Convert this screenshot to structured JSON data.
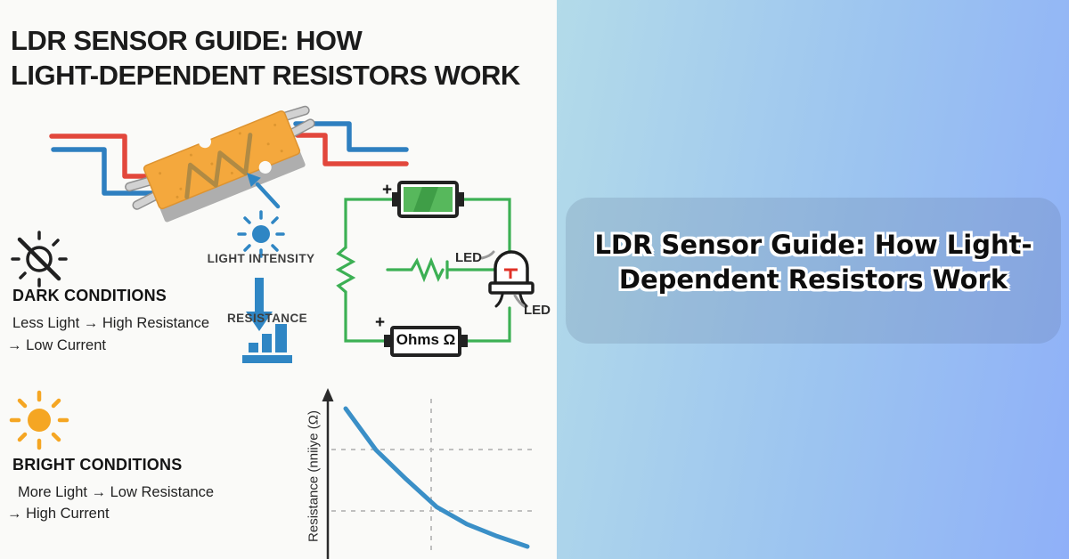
{
  "left_panel": {
    "heading": {
      "line1": "LDR SENSOR GUIDE: HOW",
      "line2": "LIGHT-DEPENDENT RESISTORS WORK"
    },
    "ldr_flow": {
      "light_intensity_label": "LIGHT INTENSITY",
      "resistance_label": "RESISTANCE"
    },
    "dark_conditions": {
      "title": "DARK CONDITIONS",
      "line1": "Less Light → High Resistance",
      "line2": "→ Low Current"
    },
    "bright_conditions": {
      "title": "BRIGHT CONDITIONS",
      "line1": "More Light → Low Resistance",
      "line2": "→ High Current"
    },
    "circuit": {
      "battery_plus": "+",
      "ohmmeter_plus": "+",
      "ohmmeter_label": "Ohms Ω",
      "led_label_top": "LED",
      "led_label_bottom": "LED"
    },
    "graph_y_label": "Resistance (nniiye (Ω)"
  },
  "right_panel": {
    "card_title_line1": "LDR Sensor Guide: How Light-",
    "card_title_line2": "Dependent Resistors Work"
  },
  "colors": {
    "accent_blue": "#2f86c4",
    "circuit_green": "#3cb054",
    "wire_red": "#e2473c",
    "wire_blue": "#2e7fc0",
    "sun_orange": "#f5a623",
    "curve_blue": "#3a8fc7",
    "ldr_body_orange": "#f4a83d",
    "panel_gradient_from": "#b3dbe9",
    "panel_gradient_to": "#8fb0f8"
  },
  "chart_data": {
    "type": "line",
    "title": "",
    "xlabel": "",
    "ylabel": "Resistance (nniiye (Ω)",
    "x": [
      0,
      1,
      2,
      3,
      4,
      5,
      6
    ],
    "y": [
      100,
      76,
      59,
      43,
      33,
      26,
      20
    ],
    "y_units": "relative (no tick labels shown)",
    "axis_ticks": "none",
    "grid": "dashed crosshair (1 vertical, 2 horizontal)",
    "legend": "none",
    "line_color": "#3a8fc7"
  }
}
